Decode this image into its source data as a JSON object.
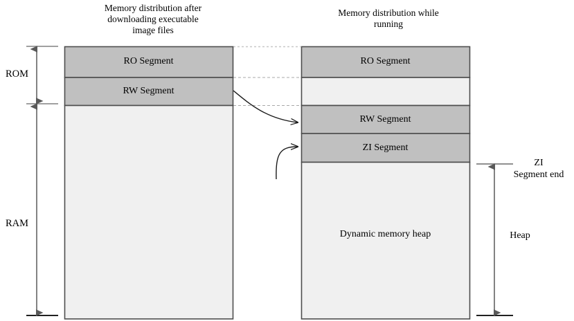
{
  "diagram": {
    "titles": {
      "left": "Memory distribution after\ndownloading executable\nimage files",
      "right": "Memory distribution while\nrunning"
    },
    "left_block": {
      "segments": [
        {
          "name": "ro-segment",
          "label": "RO Segment",
          "fill": "#c0c0c0"
        },
        {
          "name": "rw-segment",
          "label": "RW Segment",
          "fill": "#c0c0c0"
        },
        {
          "name": "empty-region",
          "label": "",
          "fill": "#f0f0f0"
        }
      ]
    },
    "right_block": {
      "segments": [
        {
          "name": "ro-segment",
          "label": "RO Segment",
          "fill": "#c0c0c0"
        },
        {
          "name": "empty-gap",
          "label": "",
          "fill": "#f0f0f0"
        },
        {
          "name": "rw-segment",
          "label": "RW Segment",
          "fill": "#c0c0c0"
        },
        {
          "name": "zi-segment",
          "label": "ZI Segment",
          "fill": "#c0c0c0"
        },
        {
          "name": "dynamic-memory-heap",
          "label": "Dynamic memory heap",
          "fill": "#f0f0f0"
        }
      ]
    },
    "left_axis": {
      "rom": "ROM",
      "ram": "RAM"
    },
    "right_axis": {
      "zi_segment_end": "ZI\nSegment end",
      "heap": "Heap"
    },
    "colors": {
      "segment_fill": "#c0c0c0",
      "light_fill": "#f0f0f0",
      "border": "#4d4d4d",
      "dashed_guide": "#aaaaaa",
      "arrow": "#595959",
      "curve": "#1a1a1a",
      "background": "#ffffff"
    }
  }
}
